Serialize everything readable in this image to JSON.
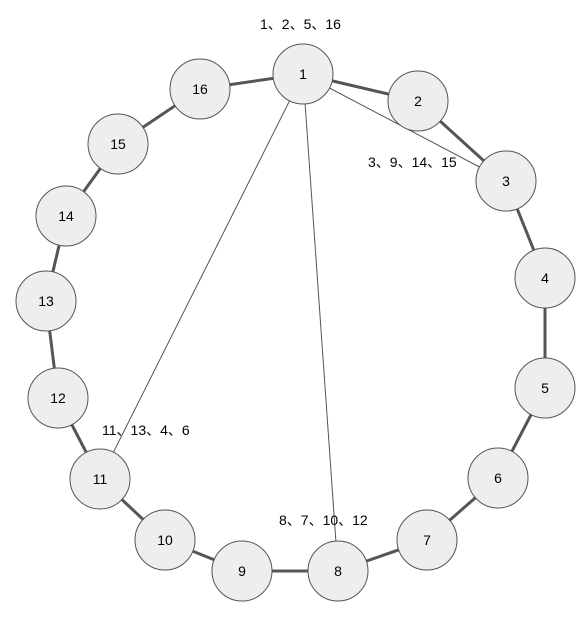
{
  "colors": {
    "node_fill": "#eeeeee",
    "node_stroke": "#555555",
    "ring_stroke": "#555555",
    "text": "#000000"
  },
  "nodes": [
    {
      "id": 1,
      "label": "1"
    },
    {
      "id": 2,
      "label": "2"
    },
    {
      "id": 3,
      "label": "3"
    },
    {
      "id": 4,
      "label": "4"
    },
    {
      "id": 5,
      "label": "5"
    },
    {
      "id": 6,
      "label": "6"
    },
    {
      "id": 7,
      "label": "7"
    },
    {
      "id": 8,
      "label": "8"
    },
    {
      "id": 9,
      "label": "9"
    },
    {
      "id": 10,
      "label": "10"
    },
    {
      "id": 11,
      "label": "11"
    },
    {
      "id": 12,
      "label": "12"
    },
    {
      "id": 13,
      "label": "13"
    },
    {
      "id": 14,
      "label": "14"
    },
    {
      "id": 15,
      "label": "15"
    },
    {
      "id": 16,
      "label": "16"
    }
  ],
  "chords": [
    {
      "from": 1,
      "to": 3
    },
    {
      "from": 1,
      "to": 8
    },
    {
      "from": 1,
      "to": 11
    }
  ],
  "groups": [
    {
      "anchor": 1,
      "text": "1、2、5、16"
    },
    {
      "anchor": 3,
      "text": "3、9、14、15"
    },
    {
      "anchor": 11,
      "text": "11、13、4、6"
    },
    {
      "anchor": 8,
      "text": "8、7、10、12"
    }
  ]
}
